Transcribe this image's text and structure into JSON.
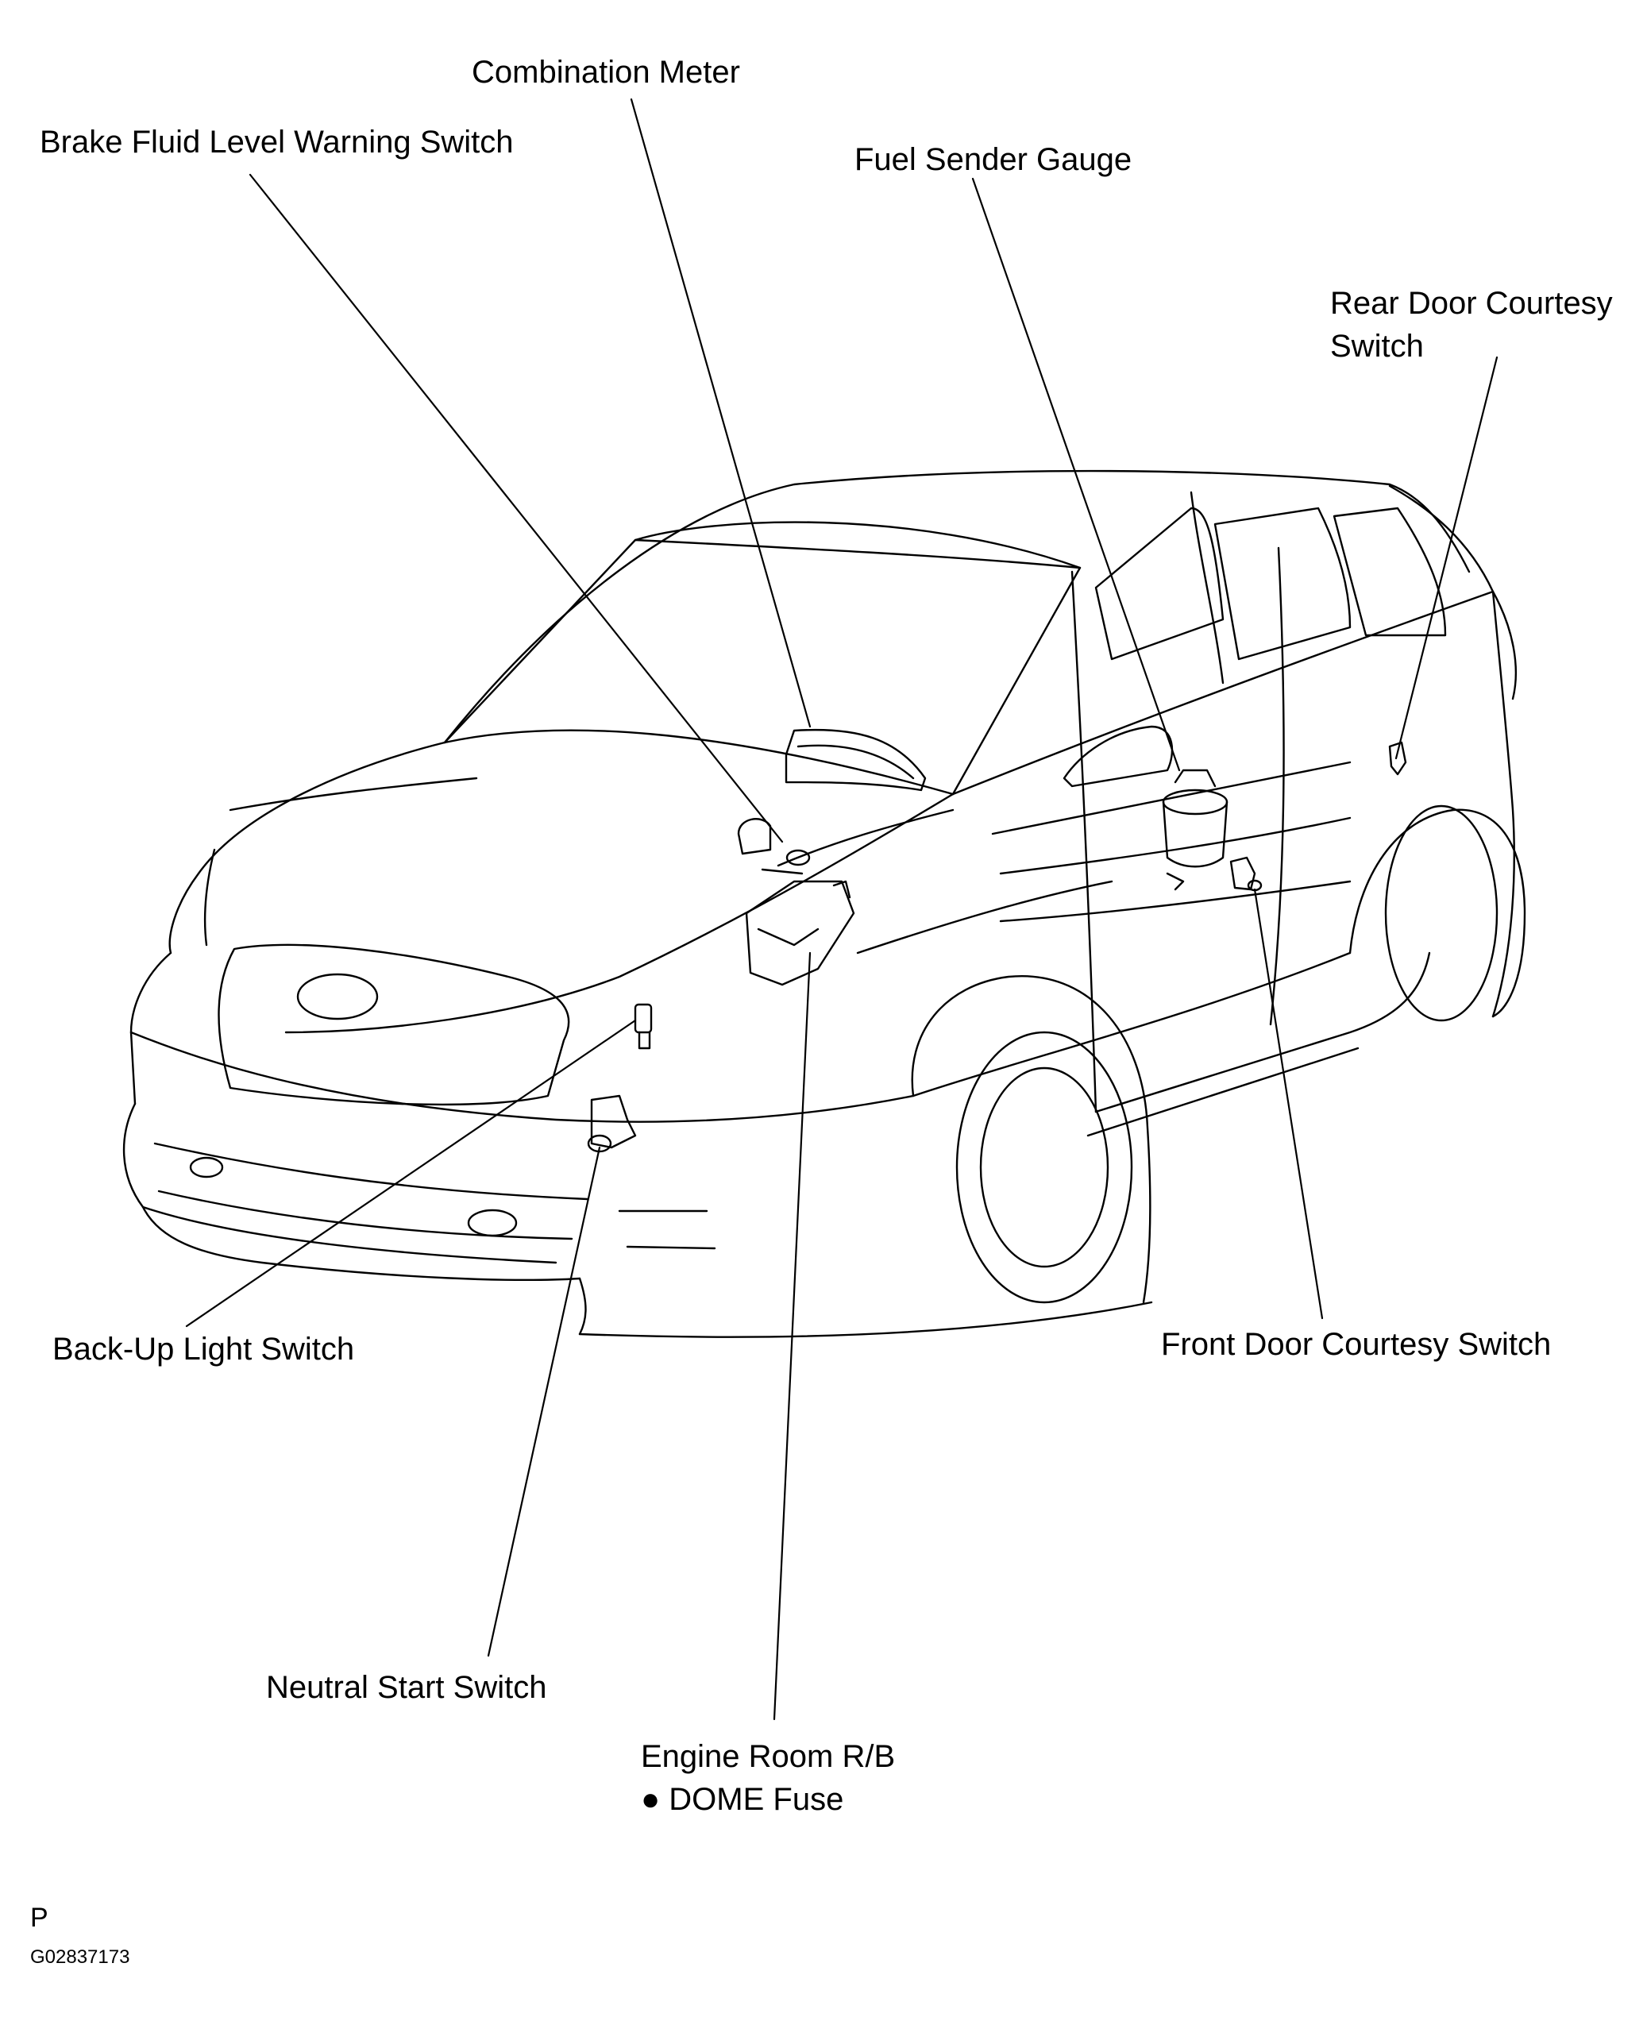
{
  "labels": {
    "combination_meter": "Combination Meter",
    "brake_fluid": "Brake Fluid Level Warning Switch",
    "fuel_sender": "Fuel Sender Gauge",
    "rear_door_line1": "Rear Door Courtesy",
    "rear_door_line2": "Switch",
    "back_up": "Back-Up Light Switch",
    "front_door": "Front Door Courtesy Switch",
    "neutral_start": "Neutral Start Switch",
    "engine_room_line1": "Engine Room R/B",
    "engine_room_line2": "● DOME Fuse"
  },
  "footer": {
    "letter": "P",
    "code": "G02837173"
  },
  "colors": {
    "ink": "#000000",
    "paper": "#ffffff"
  }
}
